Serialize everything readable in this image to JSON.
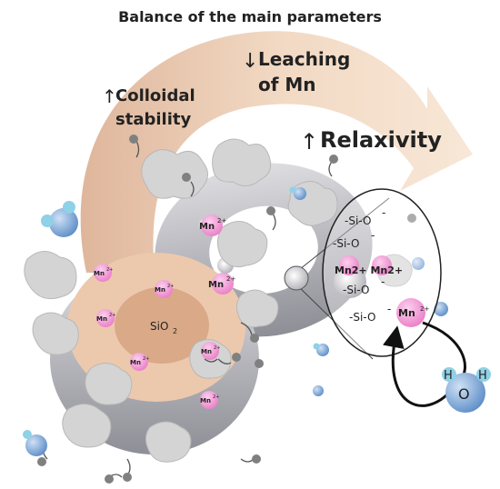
{
  "header": {
    "title": "Balance of the main parameters"
  },
  "parameters": {
    "colloidal": {
      "arrow": "↑",
      "line1": "Colloidal",
      "line2": "stability"
    },
    "leaching": {
      "arrow": "↓",
      "line1": "Leaching",
      "line2": "of Mn"
    },
    "relaxivity": {
      "arrow": "↑",
      "label": "Relaxivity"
    }
  },
  "labels": {
    "core": "SiO",
    "core_sub": "2",
    "ion": "Mn",
    "ion_charge": "2+"
  },
  "zoom": {
    "silanol": "-Si-O",
    "charge": "-",
    "ion_pair": "Mn2+ Mn2+",
    "water_h": "H",
    "water_o": "O"
  },
  "colors": {
    "arrow_band": "#e9c4a4",
    "particle_shell": "#c9c9cc",
    "core": "#dfb89a",
    "ion": "#f28fd0",
    "water": "#7ea9d9",
    "protein": "#cfcfcf"
  }
}
